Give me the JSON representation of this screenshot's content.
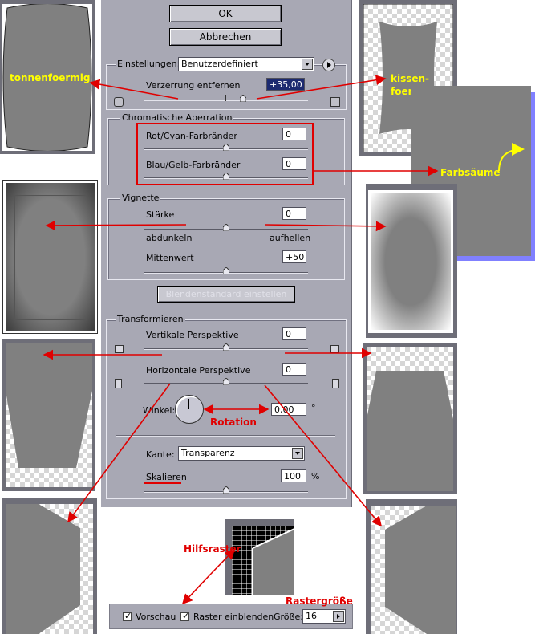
{
  "buttons": {
    "ok": "OK",
    "cancel": "Abbrechen",
    "vignette_default": "Blendenstandard einstellen"
  },
  "settings": {
    "label": "Einstellungen:",
    "value": "Benutzerdefiniert"
  },
  "distortion": {
    "label": "Verzerrung entfernen",
    "value": "+35,00",
    "level": 35
  },
  "chroma": {
    "title": "Chromatische Aberration",
    "red_cyan_label": "Rot/Cyan-Farbränder",
    "red_cyan_value": "0",
    "blue_yellow_label": "Blau/Gelb-Farbränder",
    "blue_yellow_value": "0"
  },
  "vignette": {
    "title": "Vignette",
    "amount_label": "Stärke",
    "amount_value": "0",
    "darken_label": "abdunkeln",
    "lighten_label": "aufhellen",
    "midpoint_label": "Mittenwert",
    "midpoint_value": "+50"
  },
  "transform": {
    "title": "Transformieren",
    "vertical_label": "Vertikale Perspektive",
    "vertical_value": "0",
    "horizontal_label": "Horizontale Perspektive",
    "horizontal_value": "0",
    "angle_label": "Winkel:",
    "angle_value": "0,00",
    "degree": "°",
    "edge_label": "Kante:",
    "edge_value": "Transparenz",
    "scale_label": "Skalieren",
    "scale_value": "100",
    "percent": "%"
  },
  "bottom": {
    "preview_label": "Vorschau",
    "preview_checked": true,
    "grid_label": "Raster einblenden",
    "grid_checked": true,
    "size_label": "Größe:",
    "size_value": "16"
  },
  "annotations": {
    "barrel": "tonnenfoermig",
    "pincushion": "kissen-\nfoermig",
    "fringe": "Farbsäume",
    "rotation": "Rotation",
    "grid": "Hilfsraster",
    "grid_size": "Rastergröße"
  },
  "colors": {
    "panel": "#a8a8b4",
    "annotation_red": "#e00000",
    "annotation_yellow": "#ffff00",
    "fringe_blue": "#8080ff"
  }
}
